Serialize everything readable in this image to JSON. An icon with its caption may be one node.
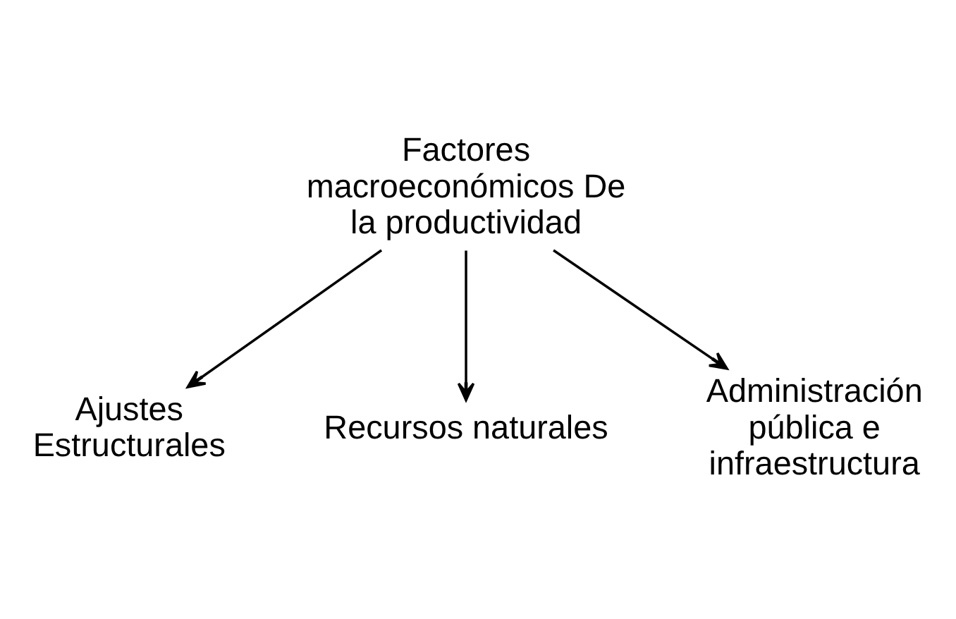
{
  "diagram": {
    "nodes": [
      {
        "text": [
          "Factores macroeconómicos De la productividad"
        ]
      },
      {
        "text": [
          "Ajustes Estructurales"
        ]
      },
      {
        "text": [
          "Recursos naturales"
        ]
      },
      {
        "text": [
          "Administración pública e infraestructura"
        ]
      }
    ],
    "edges": [
      {
        "from": 0,
        "to": 1,
        "arrow": "to"
      },
      {
        "from": 0,
        "to": 2,
        "arrow": "to"
      },
      {
        "from": 0,
        "to": 3,
        "arrow": "to"
      }
    ]
  }
}
